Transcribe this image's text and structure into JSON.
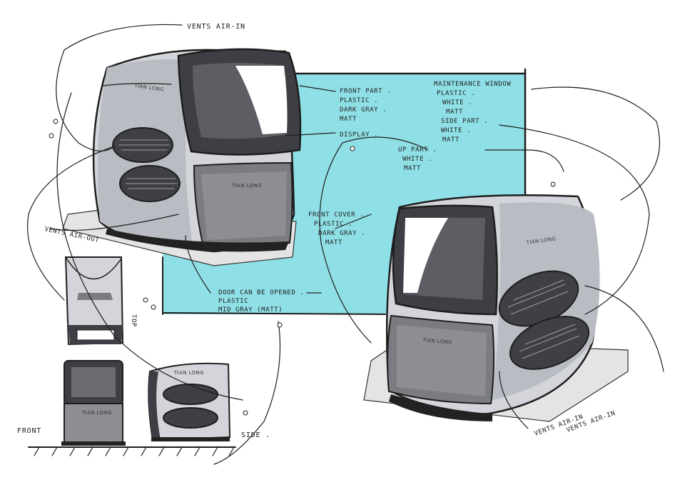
{
  "brand_mark": "TIAN LONG",
  "colors": {
    "accent_panel": "#8fe0e6",
    "ink": "#1e1e1e",
    "body_grey": "#c9cbd1",
    "dark_grey": "#4a4c52",
    "shadow_grey": "#6d6f75"
  },
  "labels": {
    "vents_air_in_top": "VENTS AIR-IN",
    "vents_air_out": "VENTS AIR-OUT",
    "front_part": "FRONT PART .",
    "front_part_material": "PLASTIC .",
    "front_part_color": "DARK GRAY .",
    "front_part_finish": "MATT",
    "display": "DISPLAY .",
    "maintenance_window": "MAINTENANCE WINDOW",
    "maintenance_material": "PLASTIC .",
    "maintenance_color": "WHITE .",
    "maintenance_finish": "MATT",
    "side_part": "SIDE PART .",
    "side_color": "WHITE .",
    "side_finish": "MATT",
    "up_part": "UP PART .",
    "up_color": "WHITE .",
    "up_finish": "MATT",
    "front_cover": "FRONT COVER .",
    "front_cover_material": "PLASTIC .",
    "front_cover_color": "DARK GRAY .",
    "front_cover_finish": "MATT",
    "door_note": "DOOR CAN BE OPENED .",
    "door_material": "PLASTIC",
    "door_color": "MID GRAY (MATT)",
    "top_view": "TOP",
    "front_view": "FRONT",
    "side_view": "SIDE .",
    "vents_air_in_right_1": "VENTS AIR-IN",
    "vents_air_in_right_2": "VENTS AIR-IN"
  }
}
